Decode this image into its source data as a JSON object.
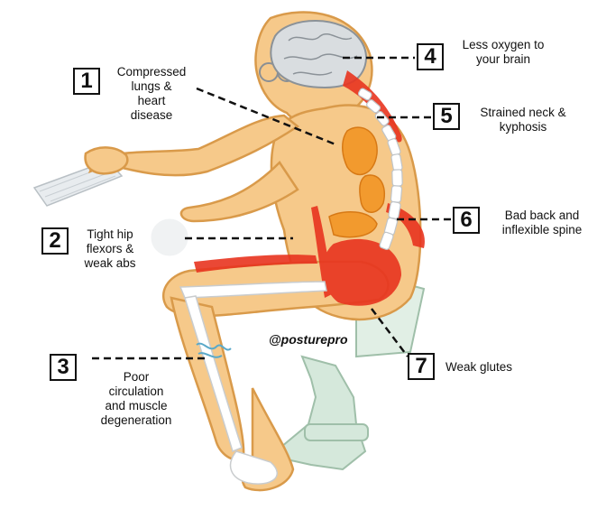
{
  "callouts": [
    {
      "number": "1",
      "text": "Compressed\nlungs &\nheart\ndisease"
    },
    {
      "number": "2",
      "text": "Tight hip\nflexors &\nweak abs"
    },
    {
      "number": "3",
      "text": "Poor\ncirculation\nand muscle\ndegeneration"
    },
    {
      "number": "4",
      "text": "Less oxygen to\nyour brain"
    },
    {
      "number": "5",
      "text": "Strained neck &\nkyphosis"
    },
    {
      "number": "6",
      "text": "Bad back and\ninflexible spine"
    },
    {
      "number": "7",
      "text": "Weak glutes"
    }
  ],
  "watermark": "@posturepro",
  "colors": {
    "skin": "#f6c98a",
    "outline": "#d99a4a",
    "muscle": "#e8341f",
    "organ": "#f29a2e",
    "bone": "#ffffff",
    "chair": "#cfe3d6"
  }
}
